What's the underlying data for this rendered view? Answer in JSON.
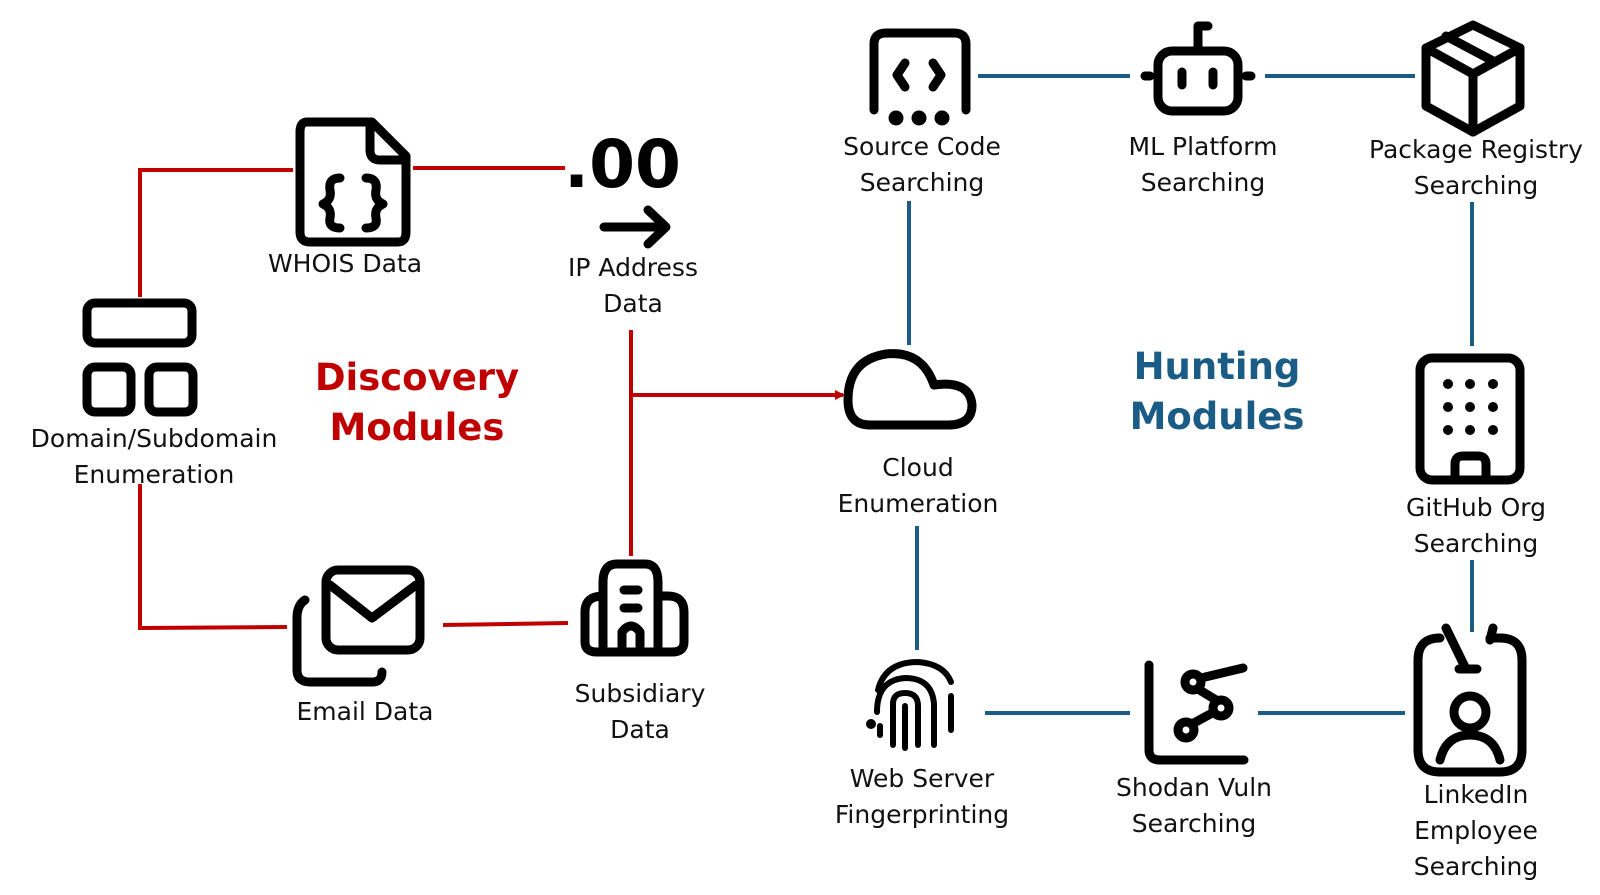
{
  "colors": {
    "discovery": "#C00000",
    "hunting": "#1A5C85",
    "icon": "#000000",
    "text": "#111111"
  },
  "groups": {
    "discovery": {
      "title_line1": "Discovery",
      "title_line2": "Modules"
    },
    "hunting": {
      "title_line1": "Hunting",
      "title_line2": "Modules"
    }
  },
  "nodes": {
    "domain": {
      "icon": "layout-grid-icon",
      "line1": "Domain/Subdomain",
      "line2": "Enumeration"
    },
    "whois": {
      "icon": "json-file-icon",
      "line1": "WHOIS Data"
    },
    "ip": {
      "icon": "ip-address-icon",
      "icon_text": ".00",
      "line1": "IP Address",
      "line2": "Data"
    },
    "email": {
      "icon": "mail-copy-icon",
      "line1": "Email Data"
    },
    "subsidiary": {
      "icon": "building-multiple-icon",
      "line1": "Subsidiary",
      "line2": "Data"
    },
    "cloud": {
      "icon": "cloud-icon",
      "line1": "Cloud",
      "line2": "Enumeration"
    },
    "source_code": {
      "icon": "code-block-icon",
      "line1": "Source Code",
      "line2": "Searching"
    },
    "ml_platform": {
      "icon": "bot-icon",
      "line1": "ML Platform",
      "line2": "Searching"
    },
    "package_registry": {
      "icon": "package-box-icon",
      "line1": "Package Registry",
      "line2": "Searching"
    },
    "github_org": {
      "icon": "office-building-icon",
      "line1": "GitHub Org",
      "line2": "Searching"
    },
    "linkedin": {
      "icon": "id-badge-icon",
      "line1": "LinkedIn",
      "line2": "Employee",
      "line3": "Searching"
    },
    "shodan": {
      "icon": "scatter-chart-icon",
      "line1": "Shodan Vuln",
      "line2": "Searching"
    },
    "web_server": {
      "icon": "fingerprint-icon",
      "line1": "Web Server",
      "line2": "Fingerprinting"
    }
  },
  "edges": [
    {
      "from": "domain",
      "to": "whois",
      "group": "discovery"
    },
    {
      "from": "domain",
      "to": "email",
      "group": "discovery"
    },
    {
      "from": "whois",
      "to": "ip",
      "group": "discovery"
    },
    {
      "from": "email",
      "to": "subsidiary",
      "group": "discovery"
    },
    {
      "from": "ip",
      "to": "subsidiary",
      "group": "discovery"
    },
    {
      "from": "discovery-bus",
      "to": "cloud",
      "group": "discovery",
      "arrow": true
    },
    {
      "from": "cloud",
      "to": "source_code",
      "group": "hunting"
    },
    {
      "from": "cloud",
      "to": "web_server",
      "group": "hunting"
    },
    {
      "from": "source_code",
      "to": "ml_platform",
      "group": "hunting"
    },
    {
      "from": "ml_platform",
      "to": "package_registry",
      "group": "hunting"
    },
    {
      "from": "package_registry",
      "to": "github_org",
      "group": "hunting"
    },
    {
      "from": "github_org",
      "to": "linkedin",
      "group": "hunting"
    },
    {
      "from": "linkedin",
      "to": "shodan",
      "group": "hunting"
    },
    {
      "from": "shodan",
      "to": "web_server",
      "group": "hunting"
    }
  ]
}
